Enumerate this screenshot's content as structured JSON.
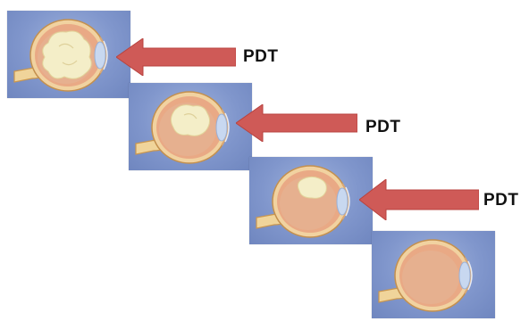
{
  "labels": {
    "step1": "PDT",
    "step2": "PDT",
    "step3": "PDT"
  },
  "colors": {
    "panel_bg": "#8096cc",
    "arrow": "#cf5a57",
    "eye_wall": "#e8b27e",
    "tumor": "#f3ecc4",
    "lens": "#c4d4ee"
  },
  "stages": [
    {
      "tumor_level": "large"
    },
    {
      "tumor_level": "medium"
    },
    {
      "tumor_level": "small"
    },
    {
      "tumor_level": "none"
    }
  ]
}
